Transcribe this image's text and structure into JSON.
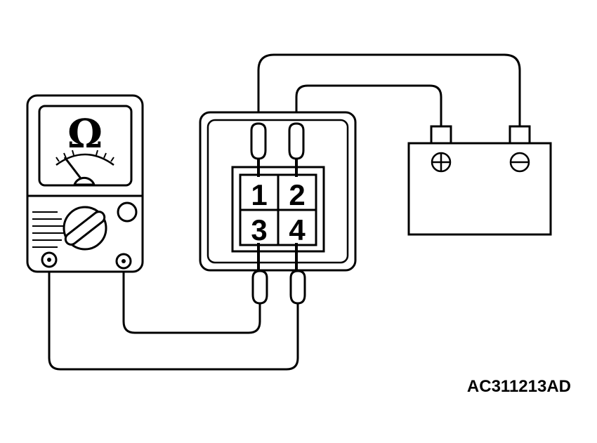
{
  "meter": {
    "symbol": "Ω"
  },
  "connector": {
    "terminals": [
      "1",
      "2",
      "3",
      "4"
    ]
  },
  "battery": {
    "positive_symbol": "plus-circle",
    "negative_symbol": "minus-circle"
  },
  "figure_code": "AC311213AD",
  "colors": {
    "line": "#000000",
    "background": "#ffffff"
  }
}
